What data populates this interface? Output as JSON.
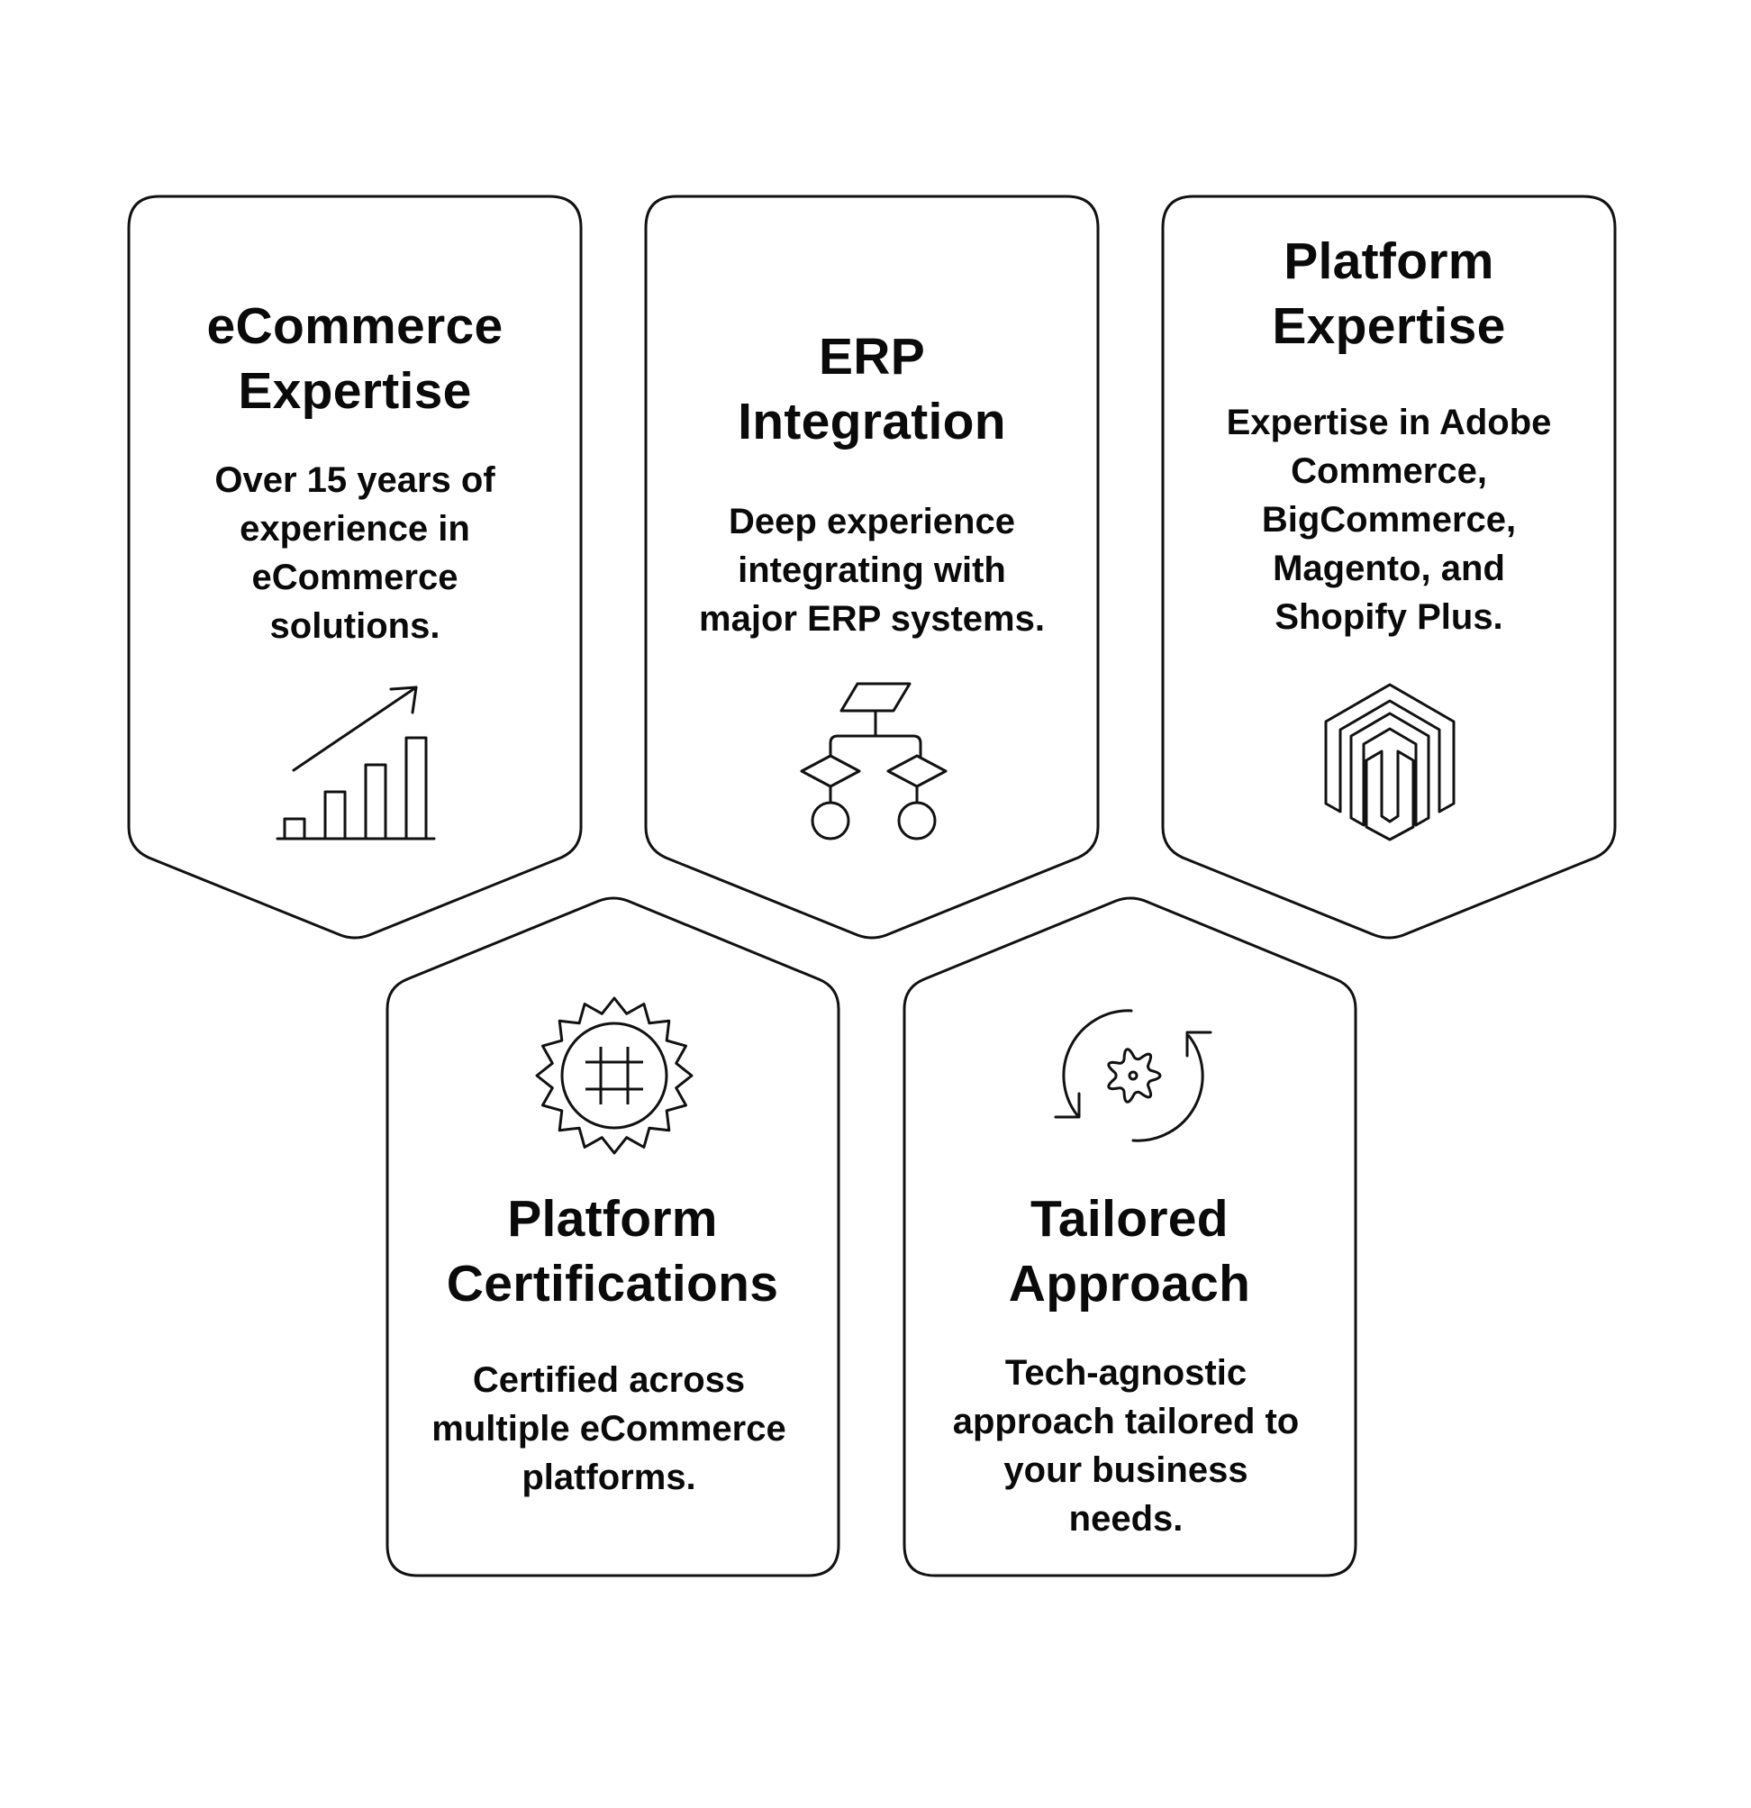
{
  "cards": [
    {
      "title_line1": "eCommerce",
      "title_line2": "Expertise",
      "desc_lines": [
        "Over 15 years of",
        "experience in",
        "eCommerce",
        "solutions."
      ],
      "icon": "growth-chart-icon"
    },
    {
      "title_line1": "ERP",
      "title_line2": "Integration",
      "desc_lines": [
        "Deep experience",
        "integrating with",
        "major ERP systems."
      ],
      "icon": "flowchart-icon"
    },
    {
      "title_line1": "Platform",
      "title_line2": "Expertise",
      "desc_lines": [
        "Expertise in Adobe",
        "Commerce,",
        "BigCommerce,",
        "Magento, and",
        "Shopify Plus."
      ],
      "icon": "magento-logo-icon"
    },
    {
      "title_line1": "Platform",
      "title_line2": "Certifications",
      "desc_lines": [
        "Certified across",
        "multiple eCommerce",
        "platforms."
      ],
      "icon": "certificate-badge-icon"
    },
    {
      "title_line1": "Tailored",
      "title_line2": "Approach",
      "desc_lines": [
        "Tech-agnostic",
        "approach tailored to",
        "your business",
        "needs."
      ],
      "icon": "gear-refresh-icon"
    }
  ],
  "colors": {
    "stroke": "#111111",
    "text": "#0a0a0a",
    "background": "#ffffff"
  }
}
